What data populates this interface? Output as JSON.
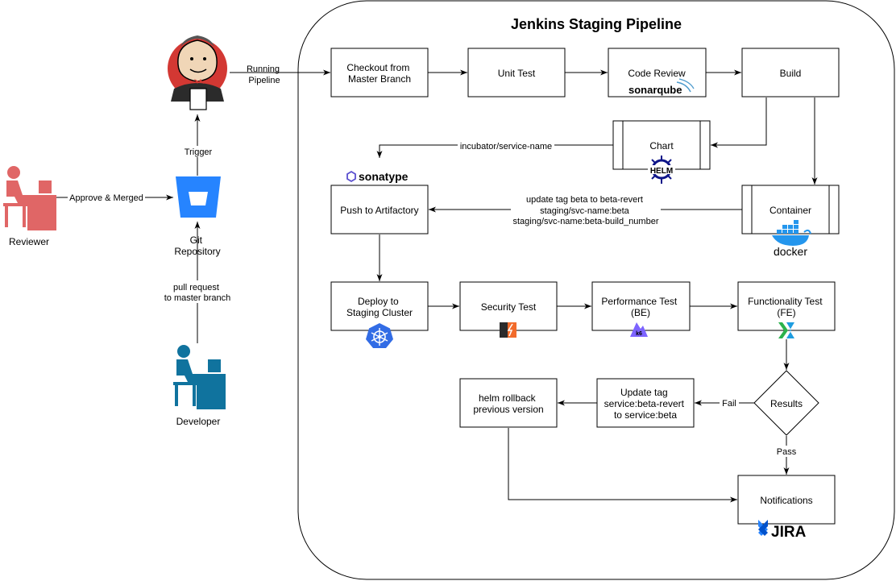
{
  "title": "Jenkins  Staging Pipeline",
  "actors": {
    "reviewer": "Reviewer",
    "developer": "Developer",
    "git_repo": [
      "Git",
      "Repository"
    ]
  },
  "labels": {
    "running_pipeline": [
      "Running",
      "Pipeline"
    ],
    "trigger": "Trigger",
    "approve_merged": "Approve & Merged",
    "pull_request": [
      "pull request",
      "to master branch"
    ],
    "incubator": "incubator/service-name",
    "update_tag": [
      "update tag beta to beta-revert",
      "staging/svc-name:beta",
      "staging/svc-name:beta-build_number"
    ],
    "fail": "Fail",
    "pass": "Pass"
  },
  "nodes": {
    "checkout": [
      "Checkout from",
      "Master Branch"
    ],
    "unit_test": "Unit Test",
    "code_review": "Code Review",
    "build": "Build",
    "chart": "Chart",
    "container": "Container",
    "push_artifactory": "Push to Artifactory",
    "deploy": [
      "Deploy to",
      "Staging Cluster"
    ],
    "security_test": "Security Test",
    "performance_test": [
      "Performance Test",
      "(BE)"
    ],
    "functionality_test": [
      "Functionality Test",
      "(FE)"
    ],
    "results": "Results",
    "update_tag_node": [
      "Update tag",
      "service:beta-revert",
      "to service:beta"
    ],
    "helm_rollback": [
      "helm rollback",
      "previous version"
    ],
    "notifications": "Notifications"
  },
  "logos": {
    "sonarqube": "sonarqube",
    "helm": "HELM",
    "sonatype": "sonatype",
    "docker": "docker",
    "jira": "JIRA",
    "k6": "k6"
  },
  "colors": {
    "reviewer": "#e06666",
    "developer": "#10739e",
    "bitbucket": "#2684ff",
    "helm": "#0f1689",
    "kubernetes": "#326ce5",
    "docker": "#2496ed",
    "jira": "#253858",
    "jenkins_red": "#d33833"
  }
}
